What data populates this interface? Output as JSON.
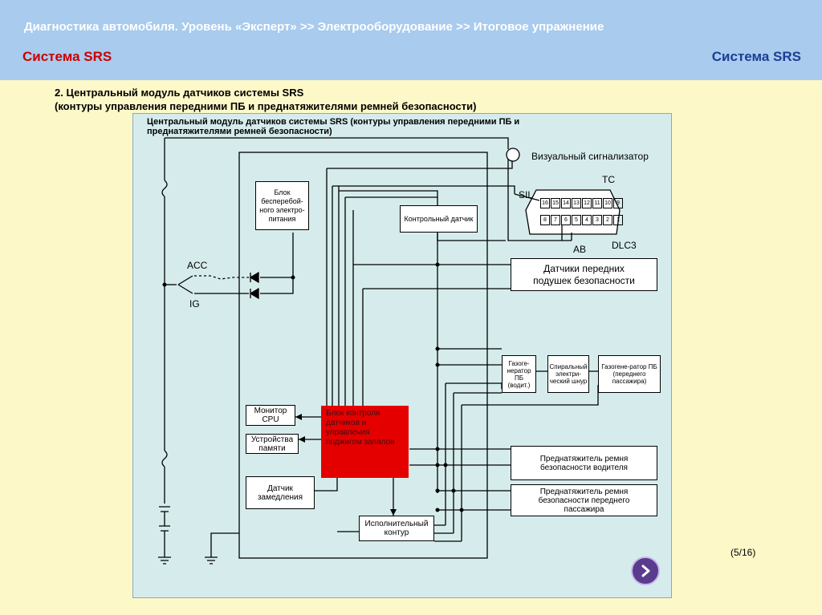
{
  "header": {
    "breadcrumb": "Диагностика автомобиля. Уровень «Эксперт» >> Электрооборудование >> Итоговое упражнение",
    "title_left": "Система SRS",
    "title_right": "Система SRS",
    "bg_color": "#a8cbee",
    "title_color": "#cc0000",
    "title_right_color": "#1c3d96"
  },
  "section": {
    "line1": "2. Центральный модуль датчиков системы SRS",
    "line2": "(контуры управления передними ПБ и преднатяжителями ремней безопасности)"
  },
  "diagram": {
    "title_line1": "Центральный модуль датчиков системы SRS (контуры управления передними ПБ и",
    "title_line2": "преднатяжителями ремней безопасности)",
    "labels": {
      "acc": "ACC",
      "ig": "IG",
      "visual_indicator": "Визуальный сигнализатор",
      "tc": "TC",
      "sil": "SIL",
      "ab": "AB",
      "dlc3": "DLC3"
    },
    "dlc_pins_top": [
      "16",
      "15",
      "14",
      "13",
      "12",
      "11",
      "10",
      "9"
    ],
    "dlc_pins_bottom": [
      "8",
      "7",
      "6",
      "5",
      "4",
      "3",
      "2",
      "1"
    ],
    "boxes": {
      "backup_power": "Блок бесперебой-ного электро-питания",
      "control_sensor": "Контрольный датчик",
      "front_airbag_sensors": "Датчики передних подушек безопасности",
      "gas_gen_driver": "Газоге-нератор ПБ (водит.)",
      "spiral_cable": "Спиральный электри-ческий шнур",
      "gas_gen_passenger": "Газогене-ратор ПБ (переднего пассажира)",
      "cpu_monitor": "Монитор CPU",
      "memory": "Устройства памяти",
      "sensor_control_block": "Блок контроля датчиков и управления поджигом запалов",
      "decel_sensor": "Датчик замедления",
      "executive_circuit": "Исполнительный контур",
      "driver_pretensioner": "Преднатяжитель ремня безопасности водителя",
      "passenger_pretensioner": "Преднатяжитель ремня безопасности переднего пассажира"
    }
  },
  "nav": {
    "page_counter": "(5/16)",
    "next_icon": "chevron-right-icon"
  }
}
